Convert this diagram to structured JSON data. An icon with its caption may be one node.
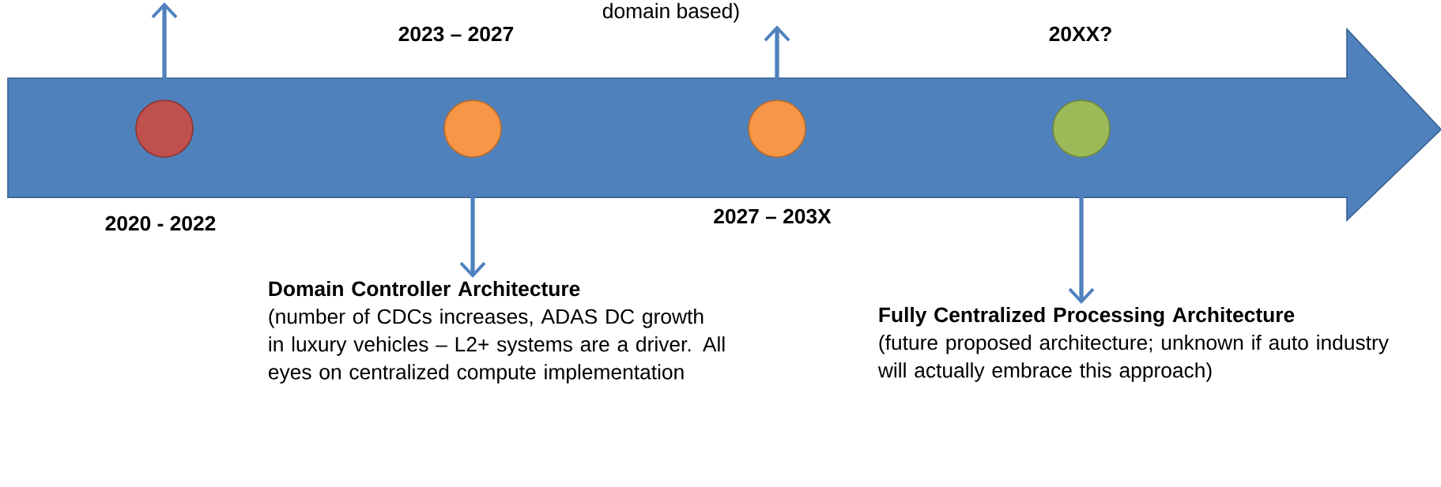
{
  "diagram": {
    "nodes": [
      {
        "text": [],
        "shape": "circle",
        "beside": [
          "2020 - 2022"
        ]
      },
      {
        "text": [],
        "shape": "circle",
        "beside": [
          "2023 – 2027"
        ]
      },
      {
        "text": [],
        "shape": "circle",
        "beside": [
          "2027 – 203X"
        ]
      },
      {
        "text": [],
        "shape": "circle",
        "beside": [
          "20XX?"
        ]
      },
      {
        "text": [
          "domain based)"
        ]
      },
      {
        "text": [
          "Domain Controller Architecture",
          "(number of CDCs increases, ADAS DC growth in luxury vehicles – L2+ systems are a driver. All eyes on centralized compute implementation"
        ]
      },
      {
        "text": [
          "Fully Centralized Processing Architecture",
          "(future proposed architecture; unknown if auto industry will actually embrace this approach)"
        ]
      }
    ],
    "edges": [
      {
        "from": 0,
        "to": null,
        "arrow": "to"
      },
      {
        "from": 1,
        "to": 5,
        "arrow": "to"
      },
      {
        "from": 2,
        "to": 4,
        "arrow": "to"
      },
      {
        "from": 3,
        "to": 6,
        "arrow": "to"
      }
    ]
  }
}
